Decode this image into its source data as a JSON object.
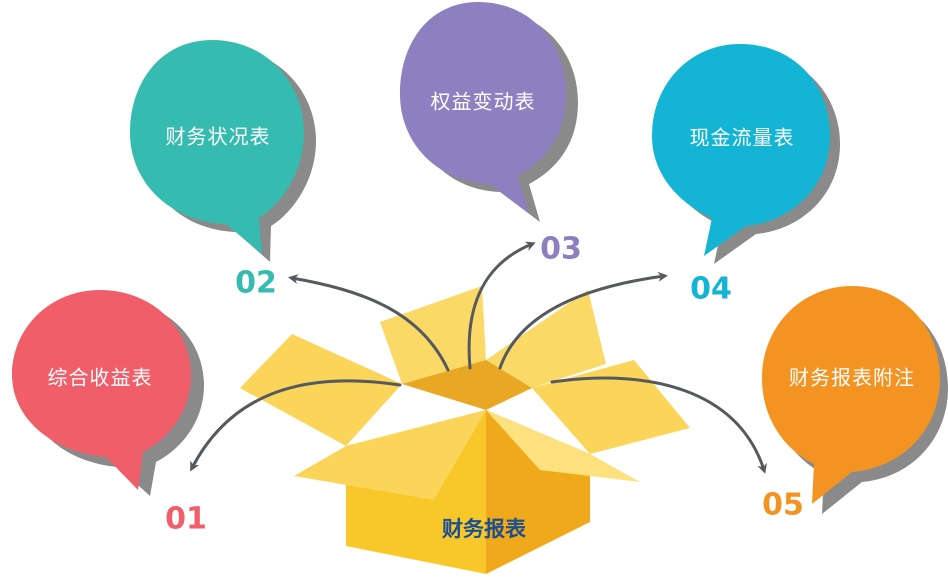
{
  "box": {
    "label": "财务报表",
    "label_color": "#1b4f8f"
  },
  "items": [
    {
      "number": "01",
      "label": "综合收益表",
      "color": "#f05e6a"
    },
    {
      "number": "02",
      "label": "财务状况表",
      "color": "#35bbb0"
    },
    {
      "number": "03",
      "label": "权益变动表",
      "color": "#8d7fc0"
    },
    {
      "number": "04",
      "label": "现金流量表",
      "color": "#14b4d4"
    },
    {
      "number": "05",
      "label": "财务报表附注",
      "color": "#f39322"
    }
  ],
  "colors": {
    "shadow": "#8a8a8a",
    "arrow": "#555a5e",
    "box_front_left": "#f8c72a",
    "box_front_right": "#f0a91a",
    "box_top": "#fad966",
    "box_inside": "#e8a823"
  }
}
